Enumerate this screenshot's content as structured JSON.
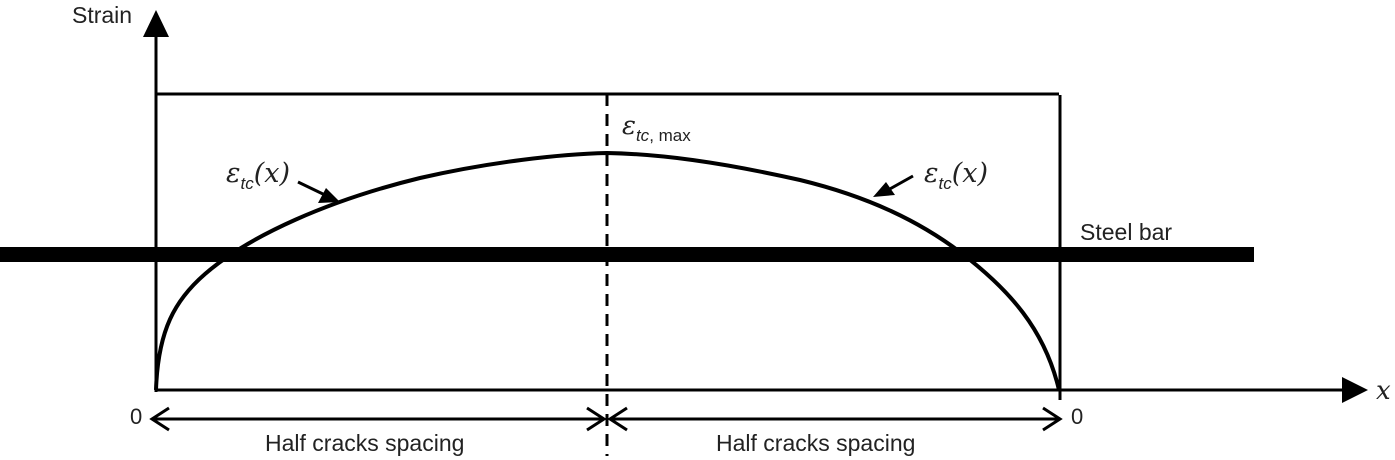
{
  "diagram": {
    "y_axis_label": "Strain",
    "x_axis_label": "x",
    "origin_left_label": "0",
    "origin_right_label": "0",
    "steel_bar_label": "Steel bar",
    "peak_label": {
      "symbol": "ε",
      "subscript": "tc",
      "suffix": ", max"
    },
    "curve_label_left": {
      "symbol": "ε",
      "subscript": "tc",
      "argument": "(x)"
    },
    "curve_label_right": {
      "symbol": "ε",
      "subscript": "tc",
      "argument": "(x)"
    },
    "dimension_left_label": "Half cracks spacing",
    "dimension_right_label": "Half cracks spacing",
    "colors": {
      "line": "#000000",
      "text": "#222222",
      "background": "#ffffff"
    }
  }
}
